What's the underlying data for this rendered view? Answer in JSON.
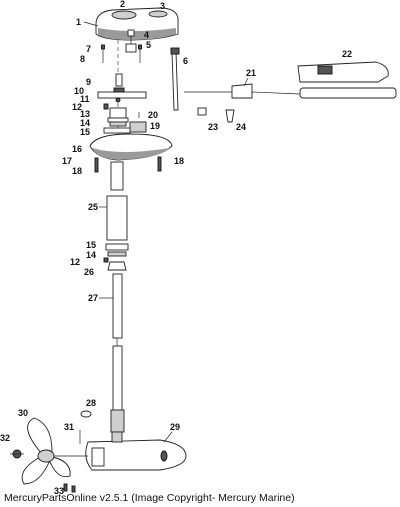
{
  "caption": "MercuryPartsOnline v2.5.1 (Image Copyright- Mercury Marine)",
  "callouts": [
    "1",
    "2",
    "3",
    "4",
    "5",
    "6",
    "7",
    "8",
    "9",
    "10",
    "11",
    "12",
    "13",
    "14",
    "15",
    "16",
    "17",
    "18",
    "18",
    "19",
    "20",
    "21",
    "22",
    "23",
    "24",
    "25",
    "15",
    "14",
    "12",
    "26",
    "27",
    "28",
    "29",
    "30",
    "31",
    "32",
    "33"
  ]
}
